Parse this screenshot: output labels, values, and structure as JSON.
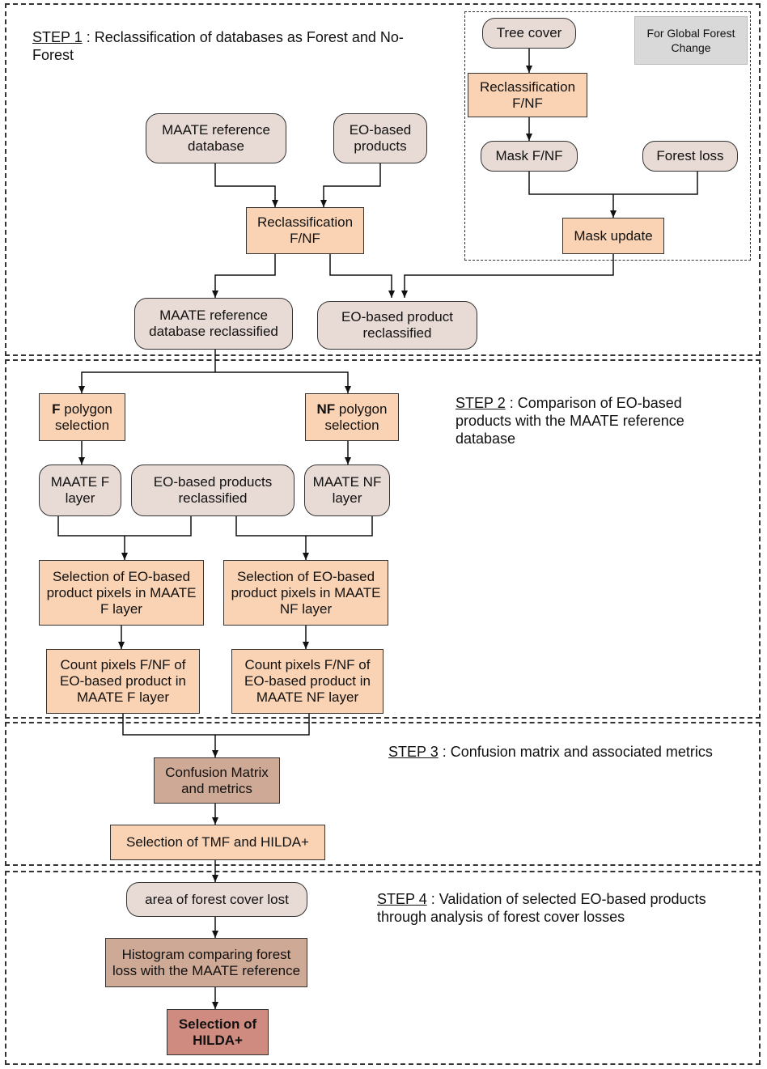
{
  "steps": {
    "s1_tag": "STEP 1",
    "s1_text": " : Reclassification of databases as Forest and No-Forest",
    "s2_tag": "STEP 2",
    "s2_text": " : Comparison of EO-based products with the MAATE reference database",
    "s3_tag": "STEP 3",
    "s3_text": " : Confusion matrix and associated metrics",
    "s4_tag": "STEP 4",
    "s4_text": " : Validation of selected EO-based products through analysis of forest cover losses"
  },
  "inset": {
    "note": "For Global Forest Change",
    "tree_cover": "Tree cover",
    "reclass": "Reclassification F/NF",
    "mask": "Mask F/NF",
    "forest_loss": "Forest loss",
    "mask_update": "Mask update"
  },
  "step1": {
    "maate_db": "MAATE reference database",
    "eo_products": "EO-based products",
    "reclass": "Reclassification F/NF",
    "maate_reclassified": "MAATE reference database reclassified",
    "eo_reclassified": "EO-based product reclassified"
  },
  "step2": {
    "f_bold": "F",
    "f_rest": " polygon selection",
    "nf_bold": "NF",
    "nf_rest": " polygon selection",
    "maate_f": "MAATE F layer",
    "eo_reclassified": "EO-based products reclassified",
    "maate_nf": "MAATE NF layer",
    "sel_f": "Selection of EO-based product pixels in MAATE F layer",
    "sel_nf": "Selection of EO-based product pixels in MAATE NF layer",
    "count_f": "Count pixels F/NF of EO-based product in MAATE F layer",
    "count_nf": "Count pixels F/NF of EO-based product in MAATE NF layer"
  },
  "step3": {
    "confusion": "Confusion Matrix and metrics",
    "selection": "Selection of TMF and HILDA+"
  },
  "step4": {
    "area": "area of forest cover lost",
    "histogram": "Histogram comparing forest loss with the MAATE reference",
    "final": "Selection of HILDA+"
  },
  "colors": {
    "rounded_fill": "#e8dad4",
    "process_fill": "#fad3b4",
    "dark_fill": "#cea995",
    "final_fill": "#d08b80"
  }
}
